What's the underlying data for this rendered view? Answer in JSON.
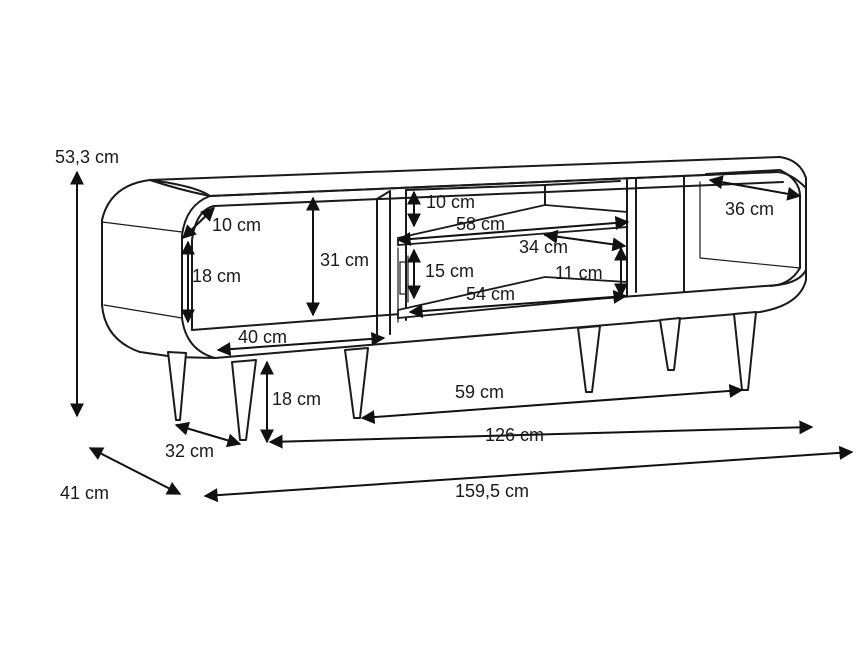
{
  "dimensions": {
    "height": "53,3 cm",
    "depth_total": "41 cm",
    "width_total": "159,5 cm",
    "depth_legs": "32 cm",
    "leg_height": "18 cm",
    "leg_span": "126 cm",
    "inner_leg_span": "59 cm",
    "side_width": "40 cm",
    "side_height": "18 cm",
    "side_top": "10 cm",
    "compartment_height": "31 cm",
    "center_top": "10 cm",
    "center_shelf_width": "58 cm",
    "center_shelf_depth": "34 cm",
    "center_mid": "15 cm",
    "center_small": "11 cm",
    "center_bottom_width": "54 cm",
    "right_width": "36 cm"
  }
}
